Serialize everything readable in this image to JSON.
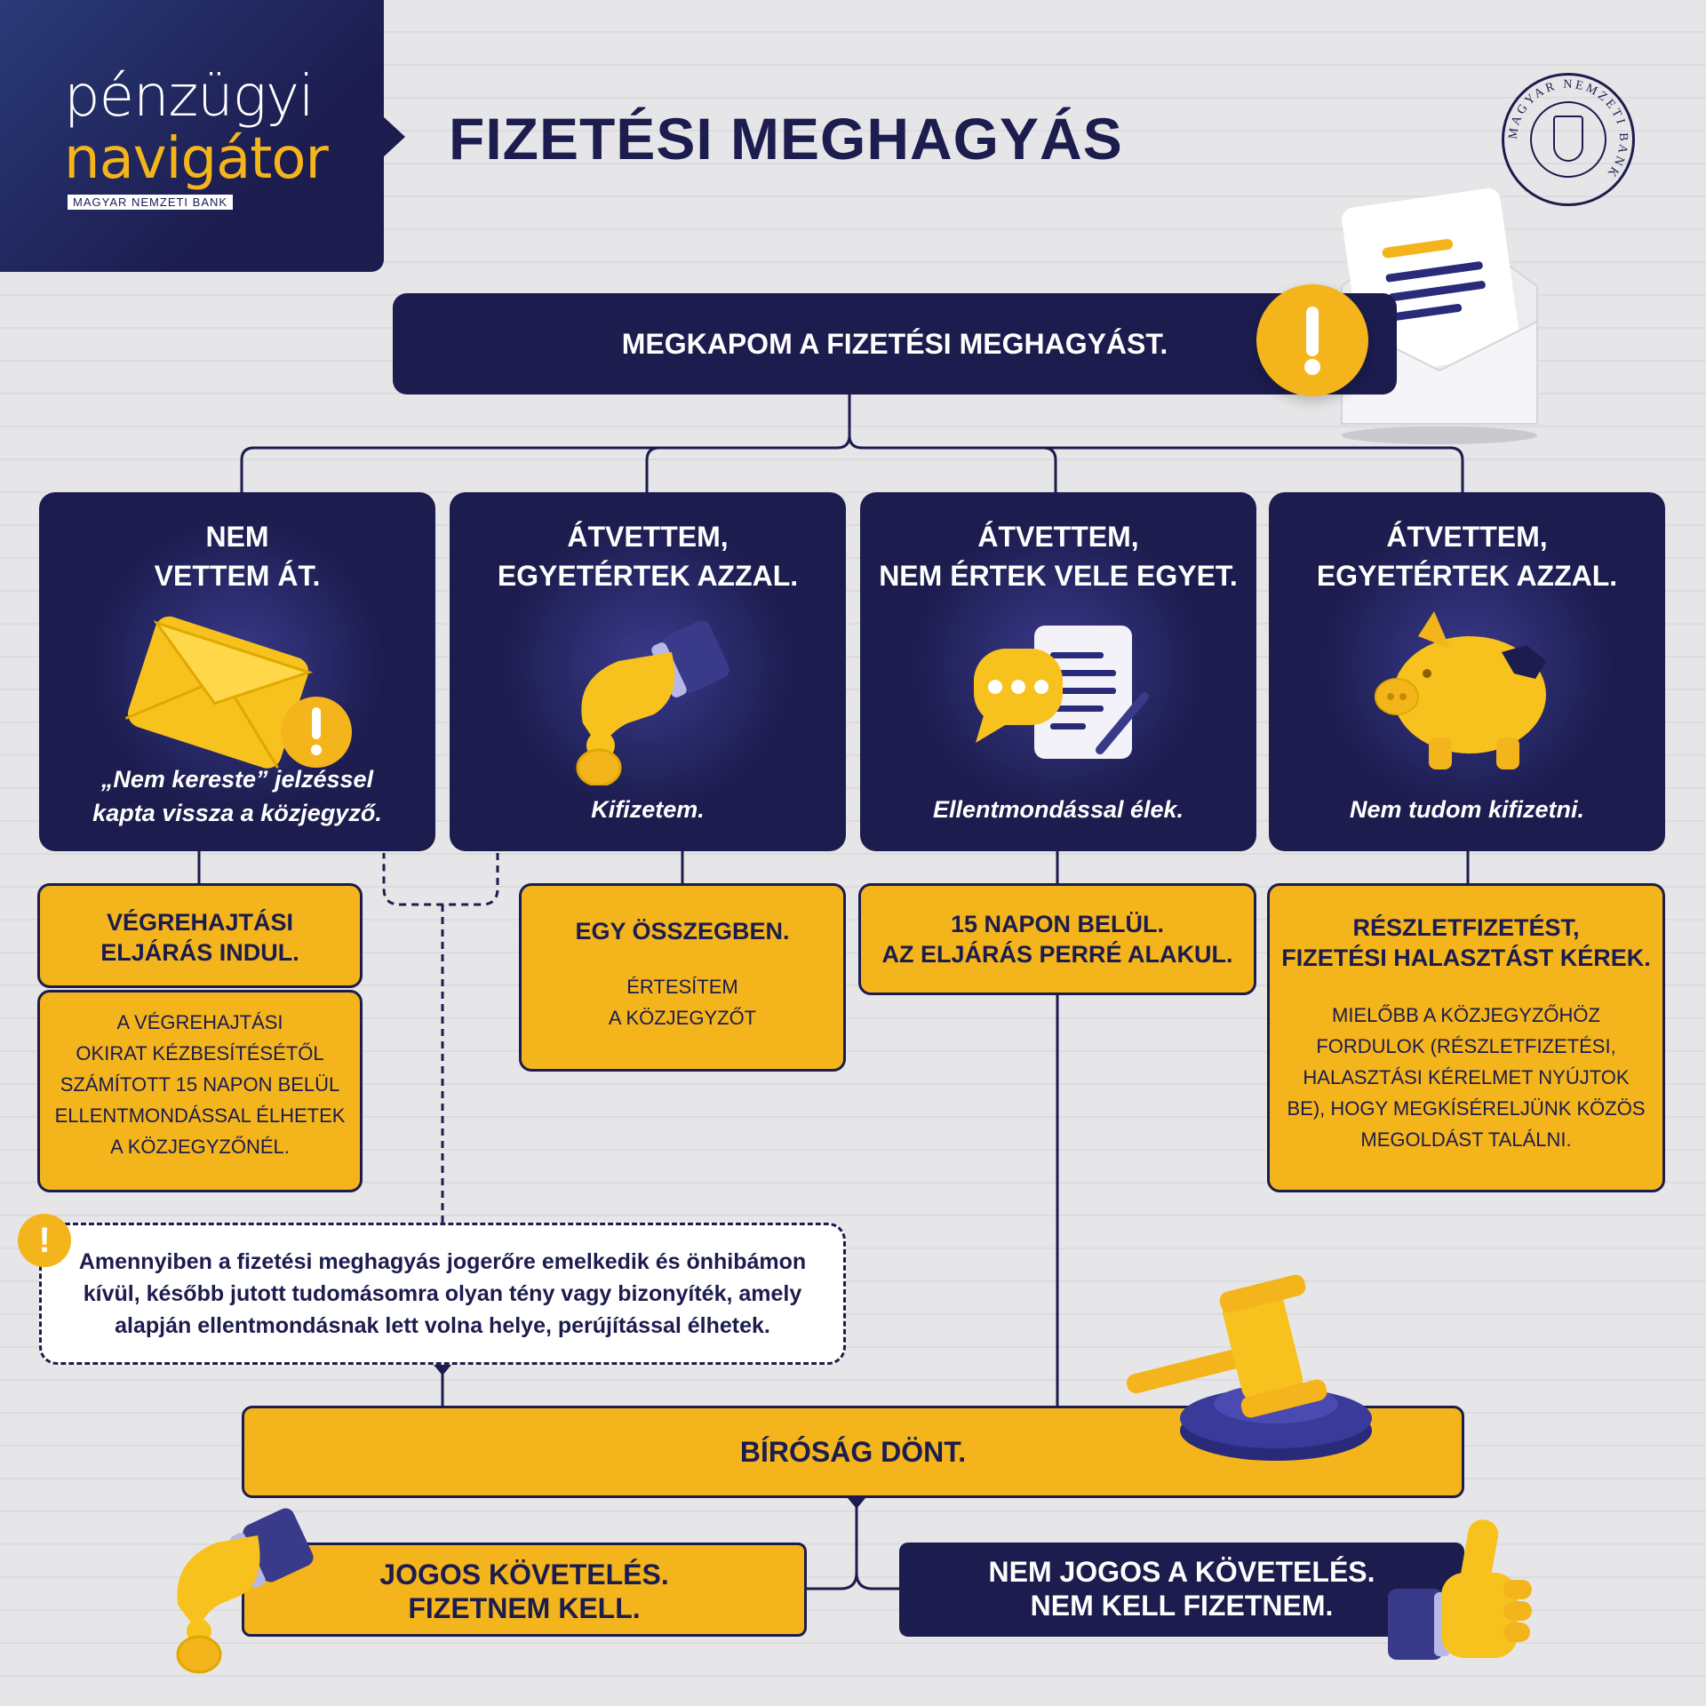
{
  "logo": {
    "line1": "pénzügyi",
    "line2": "navigátor",
    "sub": "MAGYAR NEMZETI BANK"
  },
  "title": "FIZETÉSI MEGHAGYÁS",
  "seal": {
    "text": "MAGYAR NEMZETI BANK"
  },
  "top_box": "MEGKAPOM A FIZETÉSI MEGHAGYÁST.",
  "cards": [
    {
      "title_l1": "NEM",
      "title_l2": "VETTEM ÁT.",
      "sub_l1": "„Nem kereste” jelzéssel",
      "sub_l2": "kapta vissza a közjegyző.",
      "icon": "envelope-warning-icon"
    },
    {
      "title_l1": "ÁTVETTEM,",
      "title_l2": "EGYETÉRTEK AZZAL.",
      "sub_l1": "",
      "sub_l2": "Kifizetem.",
      "icon": "hand-coin-icon"
    },
    {
      "title_l1": "ÁTVETTEM,",
      "title_l2": "NEM ÉRTEK VELE EGYET.",
      "sub_l1": "",
      "sub_l2": "Ellentmondással élek.",
      "icon": "document-chat-icon"
    },
    {
      "title_l1": "ÁTVETTEM,",
      "title_l2": "EGYETÉRTEK AZZAL.",
      "sub_l1": "",
      "sub_l2": "Nem tudom kifizetni.",
      "icon": "piggy-bank-icon"
    }
  ],
  "boxes": {
    "enforce_head_l1": "VÉGREHAJTÁSI",
    "enforce_head_l2": "ELJÁRÁS INDUL.",
    "enforce_body": [
      "A VÉGREHAJTÁSI",
      "OKIRAT KÉZBESÍTÉSÉTŐL",
      "SZÁMÍTOTT 15 NAPON BELÜL",
      "ELLENTMONDÁSSAL ÉLHETEK",
      "A KÖZJEGYZŐNÉL."
    ],
    "pay_head": "EGY ÖSSZEGBEN.",
    "pay_body": [
      "ÉRTESÍTEM",
      "A KÖZJEGYZŐT"
    ],
    "days_head_l1": "15 NAPON BELÜL.",
    "days_head_l2": "AZ ELJÁRÁS PERRÉ ALAKUL.",
    "install_head_l1": "RÉSZLETFIZETÉST,",
    "install_head_l2": "FIZETÉSI HALASZTÁST KÉREK.",
    "install_body": [
      "MIELŐBB A KÖZJEGYZŐHÖZ",
      "FORDULOK (RÉSZLETFIZETÉSI,",
      "HALASZTÁSI KÉRELMET NYÚJTOK",
      "BE), HOGY MEGKÍSÉRELJÜNK KÖZÖS",
      "MEGOLDÁST TALÁLNI."
    ]
  },
  "note": {
    "icon": "!",
    "lines": [
      "Amennyiben a fizetési meghagyás jogerőre emelkedik és önhibámon",
      "kívül, később jutott tudomásomra olyan tény vagy bizonyíték, amely",
      "alapján ellentmondásnak lett volna helye, perújítással élhetek."
    ]
  },
  "court": "BÍRÓSÁG DÖNT.",
  "results": {
    "left_l1": "JOGOS KÖVETELÉS.",
    "left_l2": "FIZETNEM KELL.",
    "right_l1": "NEM JOGOS A KÖVETELÉS.",
    "right_l2": "NEM KELL FIZETNEM."
  },
  "colors": {
    "navy": "#1c1c4e",
    "yellow": "#f4b41c",
    "background": "#e6e6e8"
  }
}
